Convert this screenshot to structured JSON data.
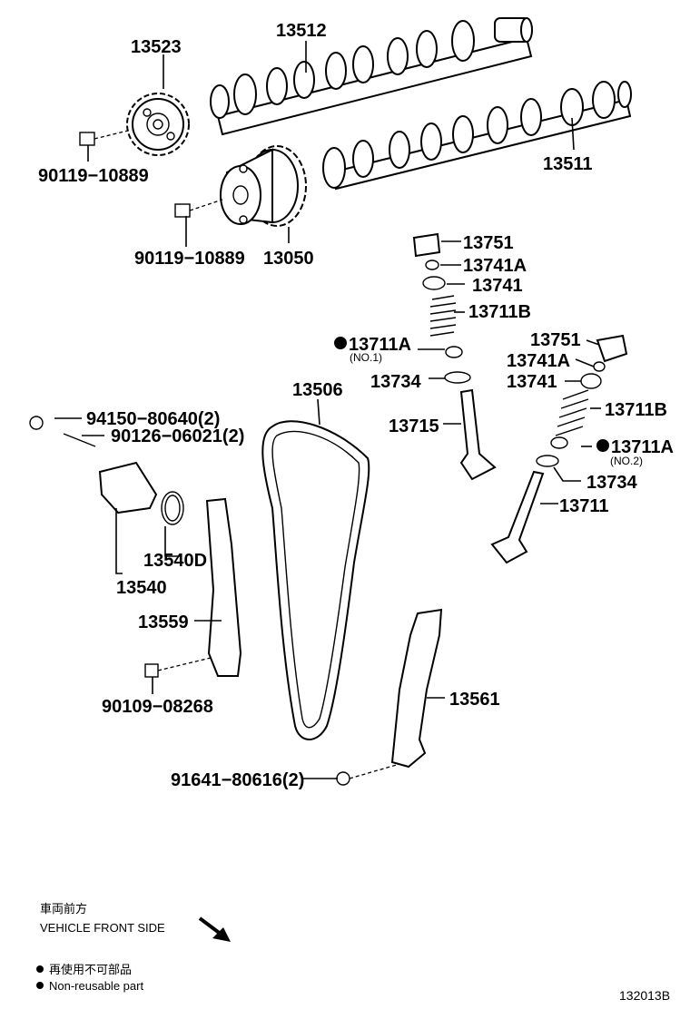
{
  "parts": {
    "p13523": "13523",
    "p13512": "13512",
    "p13511": "13511",
    "p90119_a": "90119−10889",
    "p90119_b": "90119−10889",
    "p13050": "13050",
    "p13751_a": "13751",
    "p13741A_a": "13741A",
    "p13741_a": "13741",
    "p13711B_a": "13711B",
    "p13711A_a": "13711A",
    "p13711A_a_note": "(NO.1)",
    "p13734_a": "13734",
    "p13715": "13715",
    "p13751_b": "13751",
    "p13741A_b": "13741A",
    "p13741_b": "13741",
    "p13711B_b": "13711B",
    "p13711A_b": "13711A",
    "p13711A_b_note": "(NO.2)",
    "p13734_b": "13734",
    "p13711": "13711",
    "p13506": "13506",
    "p94150": "94150−80640(2)",
    "p90126": "90126−06021(2)",
    "p13540D": "13540D",
    "p13540": "13540",
    "p13559": "13559",
    "p90109": "90109−08268",
    "p13561": "13561",
    "p91641": "91641−80616(2)"
  },
  "legend": {
    "front_jp": "車両前方",
    "front_en": "VEHICLE FRONT SIDE",
    "nonreusable_jp": "再使用不可部品",
    "nonreusable_en": "Non-reusable part"
  },
  "figure_id": "132013B"
}
